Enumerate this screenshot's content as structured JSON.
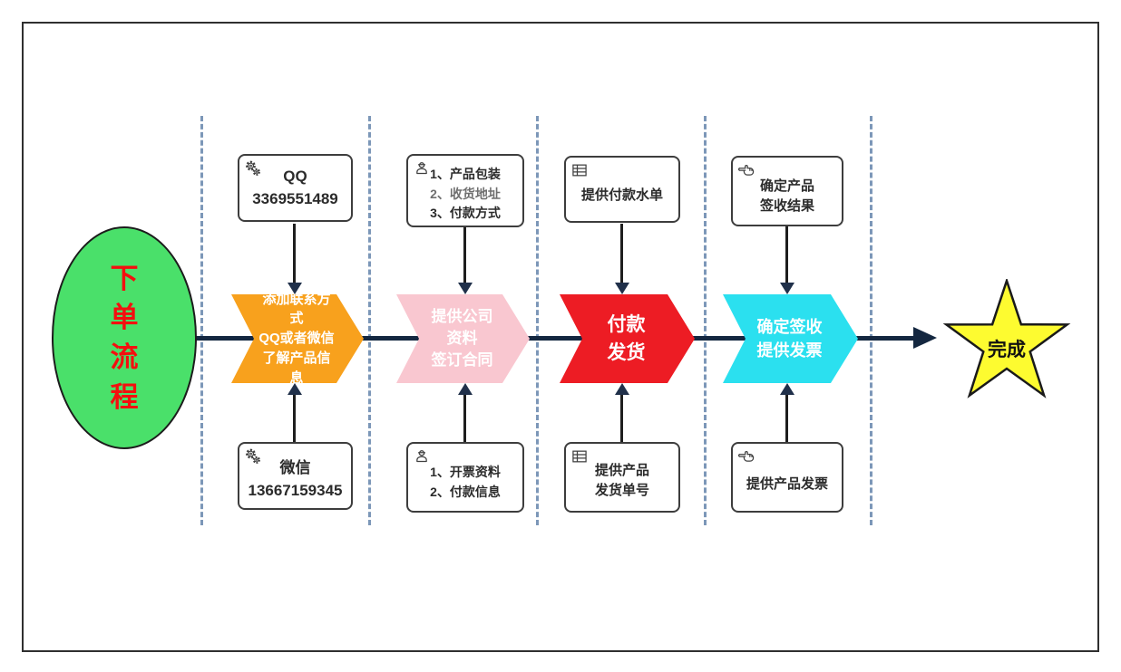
{
  "diagram": {
    "type": "flowchart",
    "start": {
      "label": "下单流程",
      "chars": [
        "下",
        "单",
        "流",
        "程"
      ],
      "fill": "#4ae06a",
      "text_color": "#f40f0f"
    },
    "end": {
      "label": "完成",
      "fill": "#fdfb30"
    },
    "colors": {
      "main_line": "#142740",
      "separator": "#7c97b8",
      "box_border": "#3d3d3d"
    },
    "stages": [
      {
        "chevron": {
          "fill": "#f8a11d",
          "lines": [
            "添加联系方式",
            "QQ或者微信",
            "了解产品信息"
          ]
        },
        "top_box": {
          "icon": "gears-icon",
          "lines": [
            "QQ",
            "3369551489"
          ]
        },
        "bottom_box": {
          "icon": "gears-icon",
          "lines": [
            "微信",
            "13667159345"
          ]
        }
      },
      {
        "chevron": {
          "fill": "#f9c7d0",
          "lines": [
            "提供公司",
            "资料",
            "签订合同"
          ]
        },
        "top_box": {
          "icon": "worker-icon",
          "lines": [
            "1、产品包装",
            "2、收货地址",
            "3、付款方式"
          ]
        },
        "bottom_box": {
          "icon": "worker-icon",
          "lines": [
            "1、开票资料",
            "2、付款信息"
          ]
        }
      },
      {
        "chevron": {
          "fill": "#ed1c24",
          "lines": [
            "付款",
            "发货"
          ]
        },
        "top_box": {
          "icon": "table-icon",
          "lines": [
            "提供付款水单"
          ]
        },
        "bottom_box": {
          "icon": "table-icon",
          "lines": [
            "提供产品",
            "发货单号"
          ]
        }
      },
      {
        "chevron": {
          "fill": "#2be0ef",
          "lines": [
            "确定签收",
            "提供发票"
          ]
        },
        "top_box": {
          "icon": "pointing-hand-icon",
          "lines": [
            "确定产品",
            "签收结果"
          ]
        },
        "bottom_box": {
          "icon": "pointing-hand-icon",
          "lines": [
            "提供产品发票"
          ]
        }
      }
    ]
  }
}
